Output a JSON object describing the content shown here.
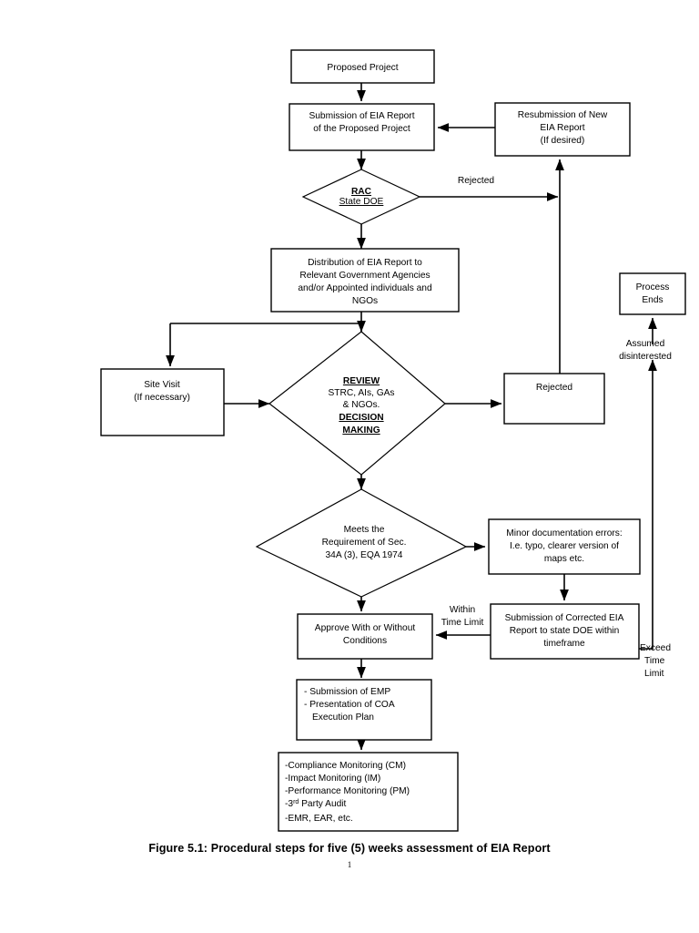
{
  "document": {
    "caption": "Figure 5.1: Procedural steps for five (5) weeks assessment of EIA Report",
    "page_number": "1"
  },
  "diagram": {
    "type": "flowchart",
    "title": "Procedural steps for five (5) weeks assessment of EIA Report",
    "nodes": [
      {
        "id": "proposed-project",
        "shape": "rect",
        "lines": [
          "Proposed Project"
        ]
      },
      {
        "id": "submission-eia",
        "shape": "rect",
        "lines": [
          "Submission of EIA Report",
          "of the Proposed Project"
        ]
      },
      {
        "id": "resubmission",
        "shape": "rect",
        "lines": [
          "Resubmission of New",
          "EIA Report",
          "(If desired)"
        ]
      },
      {
        "id": "rac-decision",
        "shape": "diamond",
        "lines": [
          "RAC",
          "State DOE"
        ]
      },
      {
        "id": "distribution",
        "shape": "rect",
        "lines": [
          "Distribution of EIA Report to",
          "Relevant Government Agencies",
          "and/or Appointed individuals and",
          "NGOs"
        ]
      },
      {
        "id": "process-ends",
        "shape": "rect",
        "lines": [
          "Process",
          "Ends"
        ]
      },
      {
        "id": "site-visit",
        "shape": "rect",
        "lines": [
          "Site Visit",
          "(If necessary)"
        ]
      },
      {
        "id": "review-decision",
        "shape": "diamond",
        "lines": [
          "REVIEW",
          "STRC, AIs, GAs",
          "& NGOs.",
          "DECISION",
          "MAKING"
        ]
      },
      {
        "id": "rejected",
        "shape": "rect",
        "lines": [
          "Rejected"
        ]
      },
      {
        "id": "meets-requirement",
        "shape": "diamond",
        "lines": [
          "Meets the",
          "Requirement of Sec.",
          "34A (3), EQA 1974"
        ]
      },
      {
        "id": "minor-errors",
        "shape": "rect",
        "lines": [
          "Minor documentation errors:",
          "I.e. typo, clearer version of",
          "maps etc."
        ]
      },
      {
        "id": "approve",
        "shape": "rect",
        "lines": [
          "Approve With or Without",
          "Conditions"
        ]
      },
      {
        "id": "corrected-submission",
        "shape": "rect",
        "lines": [
          "Submission of Corrected EIA",
          "Report to state DOE within",
          "timeframe"
        ]
      },
      {
        "id": "emp-coa",
        "shape": "rect",
        "lines": [
          "- Submission of EMP",
          "- Presentation of COA",
          "   Execution Plan"
        ]
      },
      {
        "id": "monitoring",
        "shape": "rect",
        "lines": [
          "-Compliance Monitoring (CM)",
          "-Impact Monitoring (IM)",
          "-Performance Monitoring (PM)",
          "-3rd Party Audit",
          "-EMR, EAR, etc."
        ]
      }
    ],
    "edge_labels": {
      "rejected_rac": "Rejected",
      "assumed_line1": "Assumed",
      "assumed_line2": "disinterested",
      "within_line1": "Within",
      "within_line2": "Time Limit",
      "exceed_line1": "Exceed",
      "exceed_line2": "Time",
      "exceed_line3": "Limit"
    },
    "text": {
      "proposed_project": "Proposed Project",
      "submission_l1": "Submission of EIA Report",
      "submission_l2": "of the Proposed Project",
      "resubmission_l1": "Resubmission of New",
      "resubmission_l2": "EIA Report",
      "resubmission_l3": "(If desired)",
      "rac_l1": "RAC",
      "rac_l2": "State DOE",
      "distribution_l1": "Distribution of EIA Report to",
      "distribution_l2": "Relevant Government Agencies",
      "distribution_l3": "and/or Appointed individuals and",
      "distribution_l4": "NGOs",
      "process_ends_l1": "Process",
      "process_ends_l2": "Ends",
      "site_visit_l1": "Site Visit",
      "site_visit_l2": "(If necessary)",
      "review_l1": "REVIEW",
      "review_l2": "STRC, AIs, GAs",
      "review_l3": "& NGOs.",
      "review_l4": "DECISION",
      "review_l5": "MAKING",
      "rejected_box": "Rejected",
      "meets_l1": "Meets the",
      "meets_l2": "Requirement of Sec.",
      "meets_l3": "34A (3), EQA 1974",
      "minor_l1": "Minor documentation errors:",
      "minor_l2": "I.e. typo, clearer version of",
      "minor_l3": "maps etc.",
      "approve_l1": "Approve With or Without",
      "approve_l2": "Conditions",
      "corrected_l1": "Submission of Corrected EIA",
      "corrected_l2": "Report to state DOE within",
      "corrected_l3": "timeframe",
      "emp_l1": "- Submission of EMP",
      "emp_l2": "- Presentation of COA",
      "emp_l3": "Execution Plan",
      "mon_l1": "-Compliance Monitoring (CM)",
      "mon_l2": "-Impact Monitoring (IM)",
      "mon_l3": "-Performance Monitoring (PM)",
      "mon_l4a": "-3",
      "mon_l4b": "rd",
      "mon_l4c": " Party Audit",
      "mon_l5": "-EMR, EAR, etc."
    }
  }
}
